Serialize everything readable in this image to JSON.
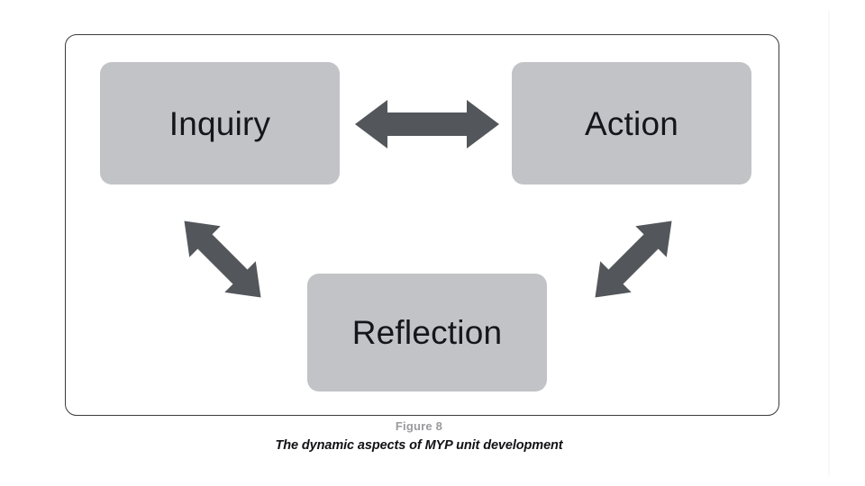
{
  "figure": {
    "frame": {
      "border_color": "#3b3b3d",
      "background": "#ffffff"
    },
    "palette": {
      "box_fill": "#c2c3c6",
      "box_text": "#15161b",
      "arrow_fill": "#53565a",
      "caption_figure_text": "#9a9a9c",
      "caption_title_text": "#121216",
      "page_background": "#ffffff"
    },
    "nodes": [
      {
        "id": "inquiry",
        "label": "Inquiry",
        "position": "top-left"
      },
      {
        "id": "action",
        "label": "Action",
        "position": "top-right"
      },
      {
        "id": "reflection",
        "label": "Reflection",
        "position": "bottom-center"
      }
    ],
    "connectors": [
      {
        "id": "inquiry-action",
        "from": "inquiry",
        "to": "action",
        "style": "double-headed",
        "orientation": "horizontal"
      },
      {
        "id": "inquiry-reflection",
        "from": "inquiry",
        "to": "reflection",
        "style": "double-headed",
        "orientation": "diagonal-nw-se"
      },
      {
        "id": "reflection-action",
        "from": "reflection",
        "to": "action",
        "style": "double-headed",
        "orientation": "diagonal-sw-ne"
      }
    ],
    "caption": {
      "figure_number": "Figure 8",
      "title": "The dynamic aspects of MYP unit development"
    }
  }
}
